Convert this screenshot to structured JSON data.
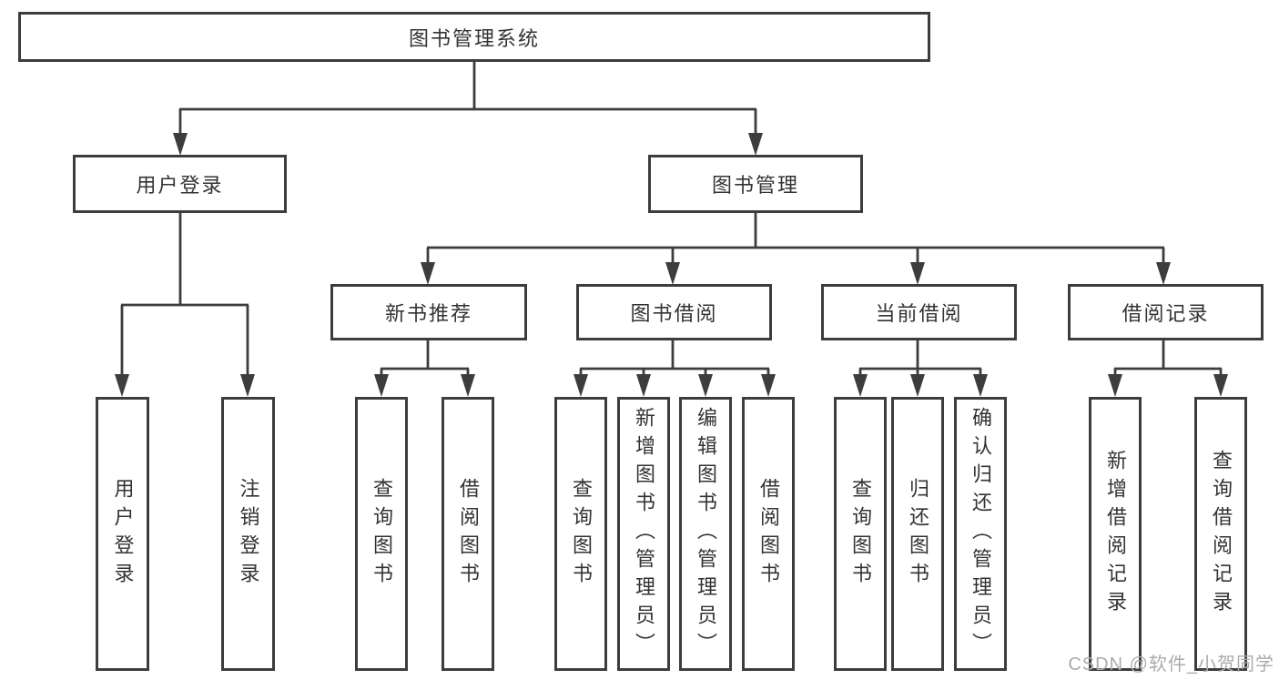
{
  "diagram": {
    "title": "图书管理系统",
    "type": "hierarchy-tree",
    "tree": {
      "label": "图书管理系统",
      "children": [
        {
          "label": "用户登录",
          "children": [
            {
              "label": "用户登录"
            },
            {
              "label": "注销登录"
            }
          ]
        },
        {
          "label": "图书管理",
          "children": [
            {
              "label": "新书推荐",
              "children": [
                {
                  "label": "查询图书"
                },
                {
                  "label": "借阅图书"
                }
              ]
            },
            {
              "label": "图书借阅",
              "children": [
                {
                  "label": "查询图书"
                },
                {
                  "label": "新增图书（管理员）"
                },
                {
                  "label": "编辑图书（管理员）"
                },
                {
                  "label": "借阅图书"
                }
              ]
            },
            {
              "label": "当前借阅",
              "children": [
                {
                  "label": "查询图书"
                },
                {
                  "label": "归还图书"
                },
                {
                  "label": "确认归还（管理员）"
                }
              ]
            },
            {
              "label": "借阅记录",
              "children": [
                {
                  "label": "新增借阅记录"
                },
                {
                  "label": "查询借阅记录"
                }
              ]
            }
          ]
        }
      ]
    },
    "colors": {
      "line": "#3d3d3d",
      "text": "#333333",
      "background": "#ffffff",
      "watermark": "#ababab"
    }
  },
  "watermark": {
    "text": "CSDN @软件_小贺同学"
  }
}
